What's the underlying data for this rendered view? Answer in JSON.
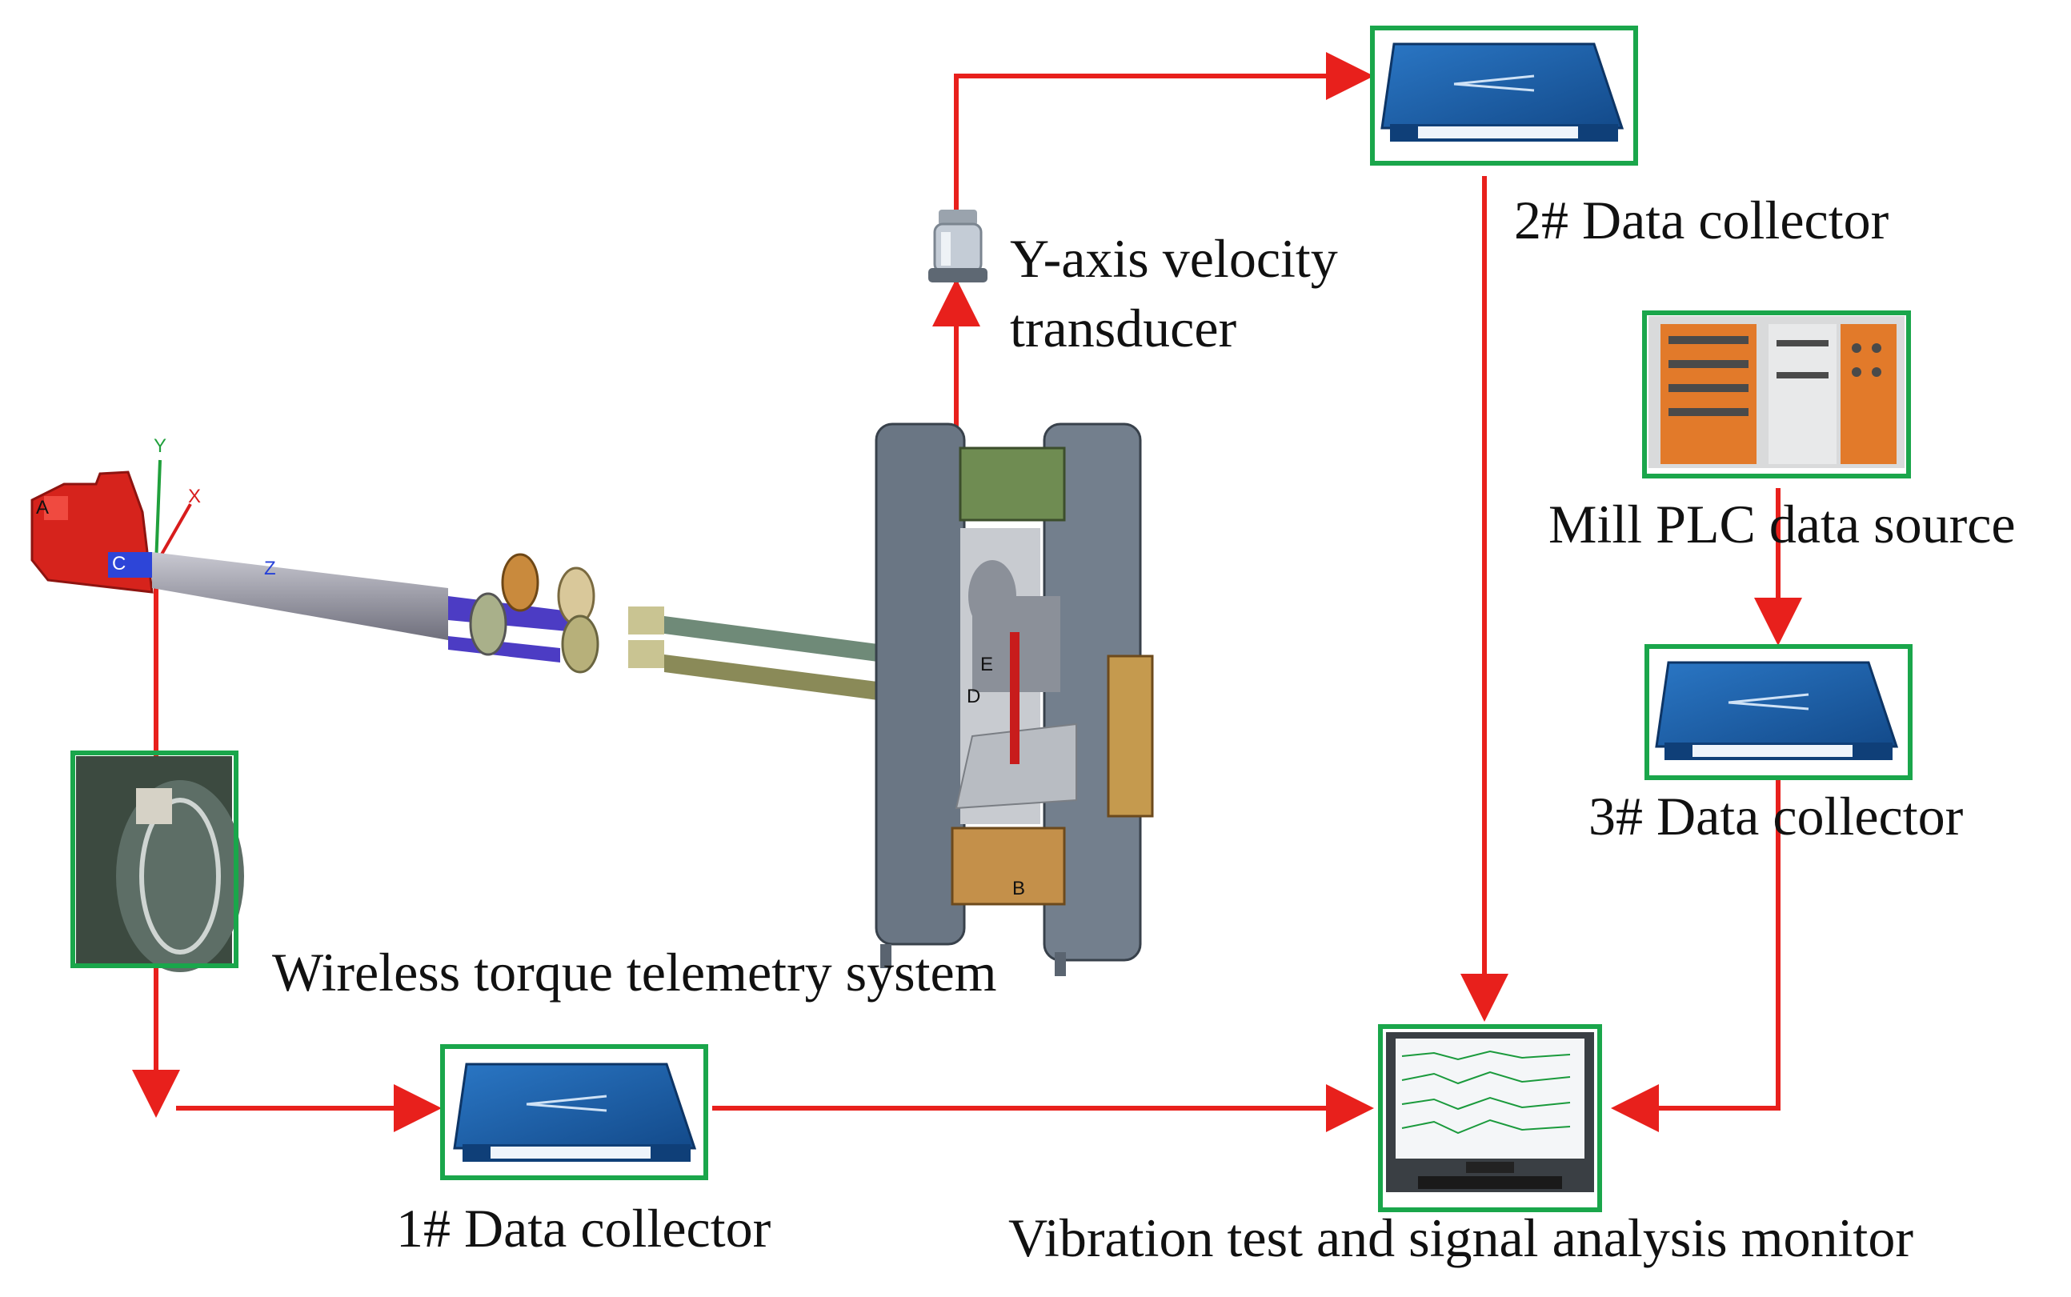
{
  "labels": {
    "velocity_line1": "Y-axis velocity",
    "velocity_line2": "transducer",
    "collector2": "2# Data collector",
    "plc": "Mill PLC data source",
    "collector3": "3# Data collector",
    "collector1": "1# Data collector",
    "telemetry": "Wireless torque telemetry system",
    "monitor": "Vibration test and signal analysis monitor"
  },
  "axes": {
    "x": "X",
    "y": "Y",
    "z": "Z"
  },
  "part_letters": {
    "a": "A",
    "b": "B",
    "c": "C",
    "d": "D",
    "e": "E"
  },
  "colors": {
    "arrow": "#e8201c",
    "box_border": "#1aa64b",
    "device_blue": "#1c5fa8",
    "motor_red": "#d6231c"
  }
}
